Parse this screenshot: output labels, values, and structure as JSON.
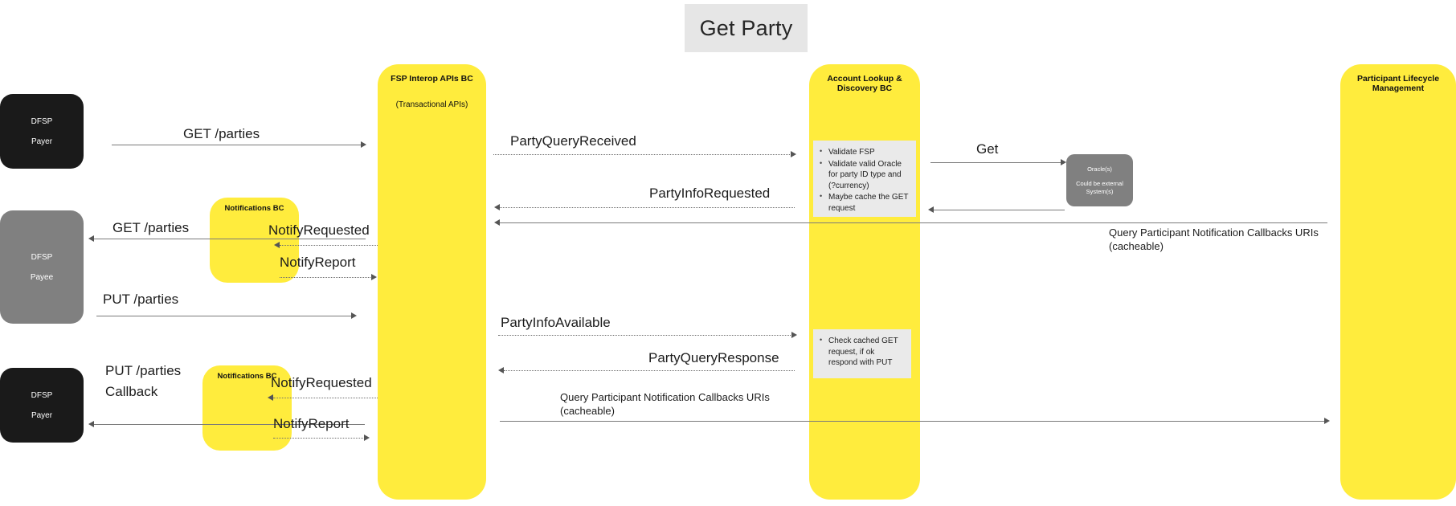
{
  "title": {
    "text": "Get Party"
  },
  "lifelines": [
    {
      "id": "fsp",
      "title": "FSP Interop APIs BC",
      "subtitle": "(Transactional APIs)"
    },
    {
      "id": "alk",
      "title": "Account Lookup & Discovery BC",
      "subtitle": ""
    },
    {
      "id": "plm",
      "title": "Participant Lifecycle Management",
      "subtitle": ""
    }
  ],
  "notification_blocks": [
    {
      "id": "notif-1",
      "title": "Notifications BC"
    },
    {
      "id": "notif-2",
      "title": "Notifications BC"
    }
  ],
  "actors": [
    {
      "id": "payer-top",
      "line1": "DFSP",
      "line2": "Payer",
      "color": "#1a1a1a"
    },
    {
      "id": "payee",
      "line1": "DFSP",
      "line2": "Payee",
      "color": "#808080"
    },
    {
      "id": "payer-bot",
      "line1": "DFSP",
      "line2": "Payer",
      "color": "#1a1a1a"
    }
  ],
  "oracle": {
    "line1": "Oracle(s)",
    "line2": "Could be external System(s)"
  },
  "notes": [
    {
      "id": "note-1",
      "bullets": [
        "Validate FSP",
        "Validate valid Oracle for party ID type and (?currency)",
        "Maybe cache the GET request"
      ]
    },
    {
      "id": "note-2",
      "bullets": [
        "Check cached GET request, if ok respond with PUT"
      ]
    }
  ],
  "messages": {
    "get_parties_1": "GET /parties",
    "party_query_received": "PartyQueryReceived",
    "get_oracle": "Get",
    "party_info_requested": "PartyInfoRequested",
    "get_parties_2": "GET /parties",
    "notify_requested_1": "NotifyRequested",
    "notify_report_1": "NotifyReport",
    "query_callbacks_1_l1": "Query Participant Notification Callbacks URIs",
    "query_callbacks_1_l2": "(cacheable)",
    "put_parties": "PUT /parties",
    "party_info_available": "PartyInfoAvailable",
    "party_query_response": "PartyQueryResponse",
    "put_parties_callback_l1": "PUT /parties",
    "put_parties_callback_l2": "Callback",
    "notify_requested_2": "NotifyRequested",
    "notify_report_2": "NotifyReport",
    "query_callbacks_2_l1": "Query Participant Notification Callbacks URIs",
    "query_callbacks_2_l2": "(cacheable)"
  },
  "colors": {
    "lifeline_yellow": "#ffec3d",
    "actor_dark": "#1a1a1a",
    "actor_gray": "#808080",
    "note_gray": "#eaeaea",
    "title_bg": "#e6e6e6",
    "arrow": "#7a7a7a"
  }
}
